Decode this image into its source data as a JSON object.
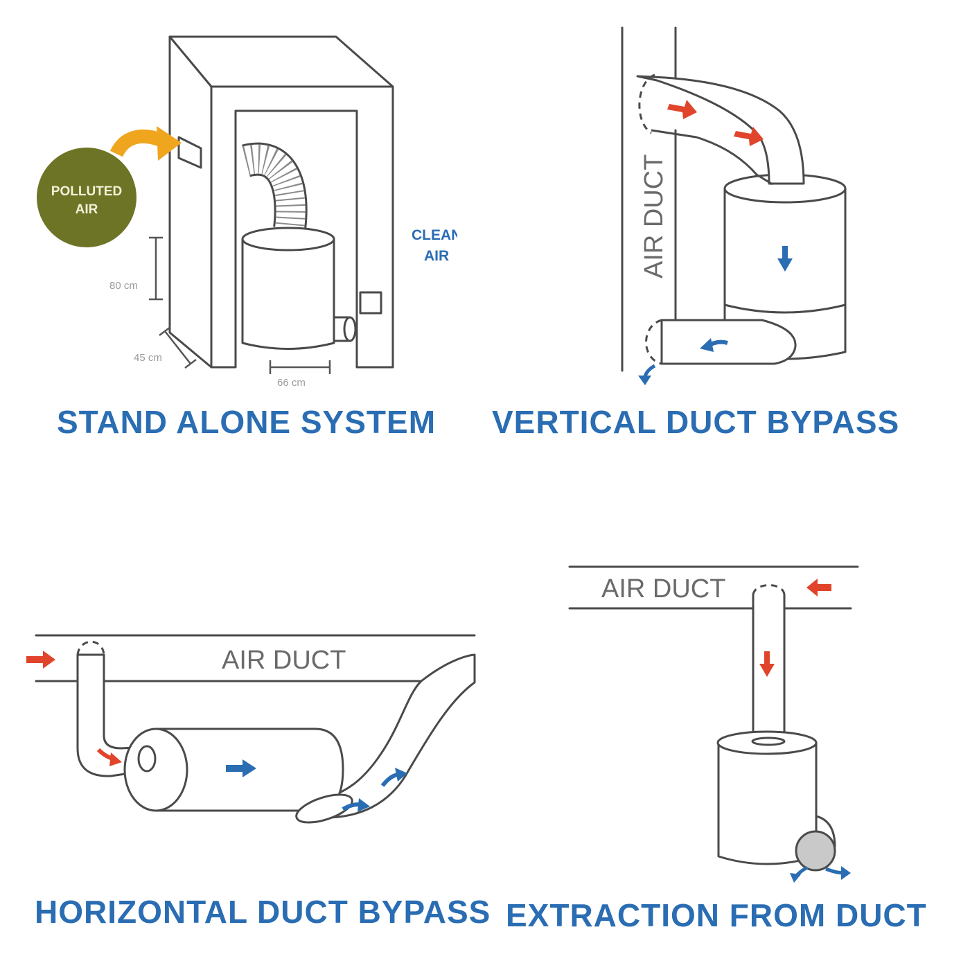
{
  "panels": {
    "stand_alone": {
      "caption": "STAND ALONE SYSTEM",
      "polluted_line1": "POLLUTED",
      "polluted_line2": "AIR",
      "clean_line1": "CLEAN",
      "clean_line2": "AIR",
      "dim_height": "80 cm",
      "dim_depth": "45 cm",
      "dim_width": "66 cm"
    },
    "vertical": {
      "caption": "VERTICAL DUCT BYPASS",
      "duct_label": "AIR DUCT"
    },
    "horizontal": {
      "caption": "HORIZONTAL DUCT BYPASS",
      "duct_label": "AIR DUCT"
    },
    "extraction": {
      "caption": "EXTRACTION FROM DUCT",
      "duct_label": "AIR DUCT"
    }
  },
  "colors": {
    "caption": "#2a6db3",
    "polluted_circle": "#6e7426",
    "polluted_arrow": "#f0a51e",
    "clean_air": "#2a6db3",
    "red_arrow": "#e0452c",
    "line": "#4a4a4a"
  }
}
